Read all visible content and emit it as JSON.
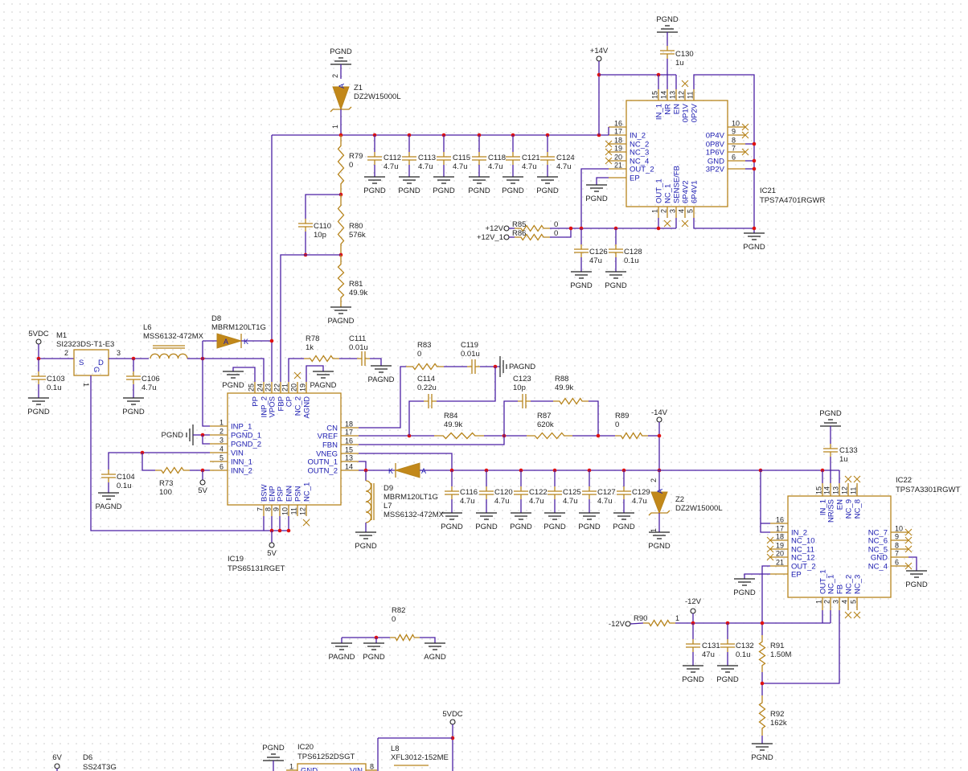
{
  "nets": {
    "pgnd": "PGND",
    "pagnd": "PAGND",
    "agnd": "AGND",
    "p14v": "+14V",
    "m14v": "-14V",
    "p12v": "+12V",
    "p12v_1": "+12V_1",
    "m12v": "-12V",
    "v5": "5V",
    "v5dc": "5VDC",
    "v6": "6V"
  },
  "symbols": {
    "anode": "A",
    "cathode": "K",
    "pin1": "1",
    "pin2": "2",
    "pin3": "3",
    "pin8": "8"
  },
  "components": {
    "Z1": {
      "ref": "Z1",
      "value": "DZ2W15000L"
    },
    "Z2": {
      "ref": "Z2",
      "value": "DZ2W15000L"
    },
    "R79": {
      "ref": "R79",
      "value": "0"
    },
    "R80": {
      "ref": "R80",
      "value": "576k"
    },
    "R81": {
      "ref": "R81",
      "value": "49.9k"
    },
    "C110": {
      "ref": "C110",
      "value": "10p"
    },
    "C112": {
      "ref": "C112",
      "value": "4.7u"
    },
    "C113": {
      "ref": "C113",
      "value": "4.7u"
    },
    "C115": {
      "ref": "C115",
      "value": "4.7u"
    },
    "C118": {
      "ref": "C118",
      "value": "4.7u"
    },
    "C121": {
      "ref": "C121",
      "value": "4.7u"
    },
    "C124": {
      "ref": "C124",
      "value": "4.7u"
    },
    "C130": {
      "ref": "C130",
      "value": "1u"
    },
    "C126": {
      "ref": "C126",
      "value": "47u"
    },
    "C128": {
      "ref": "C128",
      "value": "0.1u"
    },
    "R85": {
      "ref": "R85",
      "value": "0"
    },
    "R86": {
      "ref": "R86",
      "value": "0"
    },
    "M1": {
      "ref": "M1",
      "value": "SI2323DS-T1-E3",
      "pin_s": "S",
      "pin_d": "D",
      "pin_g": "G"
    },
    "C103": {
      "ref": "C103",
      "value": "0.1u"
    },
    "C106": {
      "ref": "C106",
      "value": "4.7u"
    },
    "L6": {
      "ref": "L6",
      "value": "MSS6132-472MX"
    },
    "D8": {
      "ref": "D8",
      "value": "MBRM120LT1G"
    },
    "R78": {
      "ref": "R78",
      "value": "1k"
    },
    "C111": {
      "ref": "C111",
      "value": "0.01u"
    },
    "R83": {
      "ref": "R83",
      "value": "0"
    },
    "C119": {
      "ref": "C119",
      "value": "0.01u"
    },
    "C114": {
      "ref": "C114",
      "value": "0.22u"
    },
    "R84": {
      "ref": "R84",
      "value": "49.9k"
    },
    "C123": {
      "ref": "C123",
      "value": "10p"
    },
    "R88": {
      "ref": "R88",
      "value": "49.9k"
    },
    "R87": {
      "ref": "R87",
      "value": "620k"
    },
    "R89": {
      "ref": "R89",
      "value": "0"
    },
    "C104": {
      "ref": "C104",
      "value": "0.1u"
    },
    "R73": {
      "ref": "R73",
      "value": "100"
    },
    "D9": {
      "ref": "D9",
      "value": "MBRM120LT1G"
    },
    "L7": {
      "ref": "L7",
      "value": "MSS6132-472MX"
    },
    "C116": {
      "ref": "C116",
      "value": "4.7u"
    },
    "C120": {
      "ref": "C120",
      "value": "4.7u"
    },
    "C122": {
      "ref": "C122",
      "value": "4.7u"
    },
    "C125": {
      "ref": "C125",
      "value": "4.7u"
    },
    "C127": {
      "ref": "C127",
      "value": "4.7u"
    },
    "C129": {
      "ref": "C129",
      "value": "4.7u"
    },
    "C133": {
      "ref": "C133",
      "value": "1u"
    },
    "R90": {
      "ref": "R90"
    },
    "C131": {
      "ref": "C131",
      "value": "47u"
    },
    "C132": {
      "ref": "C132",
      "value": "0.1u"
    },
    "R91": {
      "ref": "R91",
      "value": "1.50M"
    },
    "R92": {
      "ref": "R92",
      "value": "162k"
    },
    "R82": {
      "ref": "R82",
      "value": "0"
    },
    "L8": {
      "ref": "L8",
      "value": "XFL3012-152ME"
    },
    "D6": {
      "ref": "D6",
      "value": "SS24T3G"
    }
  },
  "ics": {
    "IC21": {
      "ref": "IC21",
      "part": "TPS7A4701RGWR",
      "top": [
        {
          "num": "15",
          "name": "IN_1"
        },
        {
          "num": "14",
          "name": "NR"
        },
        {
          "num": "13",
          "name": "EN"
        },
        {
          "num": "12",
          "name": "0P1V"
        },
        {
          "num": "11",
          "name": "0P2V"
        }
      ],
      "bottom": [
        {
          "num": "1",
          "name": "OUT_1"
        },
        {
          "num": "2",
          "name": "NC_1"
        },
        {
          "num": "3",
          "name": "SENSE/FB"
        },
        {
          "num": "4",
          "name": "6P4V2"
        },
        {
          "num": "5",
          "name": "6P4V1"
        }
      ],
      "left": [
        {
          "num": "16",
          "name": ""
        },
        {
          "num": "17",
          "name": "IN_2"
        },
        {
          "num": "18",
          "name": "NC_2"
        },
        {
          "num": "19",
          "name": "NC_3"
        },
        {
          "num": "20",
          "name": "NC_4"
        },
        {
          "num": "21",
          "name": "OUT_2"
        },
        {
          "num": "",
          "name": "EP"
        }
      ],
      "right": [
        {
          "num": "10",
          "name": ""
        },
        {
          "num": "9",
          "name": "0P4V"
        },
        {
          "num": "8",
          "name": "0P8V"
        },
        {
          "num": "7",
          "name": "1P6V"
        },
        {
          "num": "6",
          "name": "GND"
        },
        {
          "num": "",
          "name": "3P2V"
        }
      ]
    },
    "IC19": {
      "ref": "IC19",
      "part": "TPS65131RGET",
      "top": [
        {
          "num": "25",
          "name": "PP"
        },
        {
          "num": "24",
          "name": "INP_2"
        },
        {
          "num": "23",
          "name": "VPOS"
        },
        {
          "num": "22",
          "name": "FBP"
        },
        {
          "num": "21",
          "name": "CP"
        },
        {
          "num": "20",
          "name": "NC_2"
        },
        {
          "num": "19",
          "name": "AGND"
        }
      ],
      "bottom": [
        {
          "num": "7",
          "name": "BSW"
        },
        {
          "num": "8",
          "name": "ENP"
        },
        {
          "num": "9",
          "name": "PSP"
        },
        {
          "num": "10",
          "name": "ENN"
        },
        {
          "num": "11",
          "name": "PSN"
        },
        {
          "num": "12",
          "name": "NC_1"
        }
      ],
      "left": [
        {
          "num": "1",
          "name": "INP_1"
        },
        {
          "num": "2",
          "name": "PGND_1"
        },
        {
          "num": "3",
          "name": "PGND_2"
        },
        {
          "num": "4",
          "name": "VIN"
        },
        {
          "num": "5",
          "name": "INN_1"
        },
        {
          "num": "6",
          "name": "INN_2"
        }
      ],
      "right": [
        {
          "num": "18",
          "name": "CN"
        },
        {
          "num": "17",
          "name": "VREF"
        },
        {
          "num": "16",
          "name": "FBN"
        },
        {
          "num": "15",
          "name": "VNEG"
        },
        {
          "num": "13",
          "name": "OUTN_1"
        },
        {
          "num": "14",
          "name": "OUTN_2"
        }
      ]
    },
    "IC22": {
      "ref": "IC22",
      "part": "TPS7A3301RGWT",
      "top": [
        {
          "num": "15",
          "name": "IN_1"
        },
        {
          "num": "14",
          "name": "NR/SS"
        },
        {
          "num": "13",
          "name": "EN"
        },
        {
          "num": "12",
          "name": "NC_9"
        },
        {
          "num": "11",
          "name": "NC_8"
        }
      ],
      "bottom": [
        {
          "num": "1",
          "name": "OUT_1"
        },
        {
          "num": "2",
          "name": "NC_1"
        },
        {
          "num": "3",
          "name": "FB"
        },
        {
          "num": "4",
          "name": "NC_2"
        },
        {
          "num": "5",
          "name": "NC_3"
        }
      ],
      "left": [
        {
          "num": "16",
          "name": ""
        },
        {
          "num": "17",
          "name": "IN_2"
        },
        {
          "num": "18",
          "name": "NC_10"
        },
        {
          "num": "19",
          "name": "NC_11"
        },
        {
          "num": "20",
          "name": "NC_12"
        },
        {
          "num": "21",
          "name": "OUT_2"
        },
        {
          "num": "",
          "name": "EP"
        }
      ],
      "right": [
        {
          "num": "10",
          "name": "NC_7"
        },
        {
          "num": "9",
          "name": "NC_6"
        },
        {
          "num": "8",
          "name": "NC_5"
        },
        {
          "num": "7",
          "name": "GND"
        },
        {
          "num": "6",
          "name": "NC_4"
        }
      ]
    },
    "IC20": {
      "ref": "IC20",
      "part": "TPS61252DSGT",
      "left": [
        {
          "num": "1",
          "name": "GND"
        }
      ],
      "right": [
        {
          "num": "8",
          "name": "VIN"
        }
      ]
    }
  }
}
